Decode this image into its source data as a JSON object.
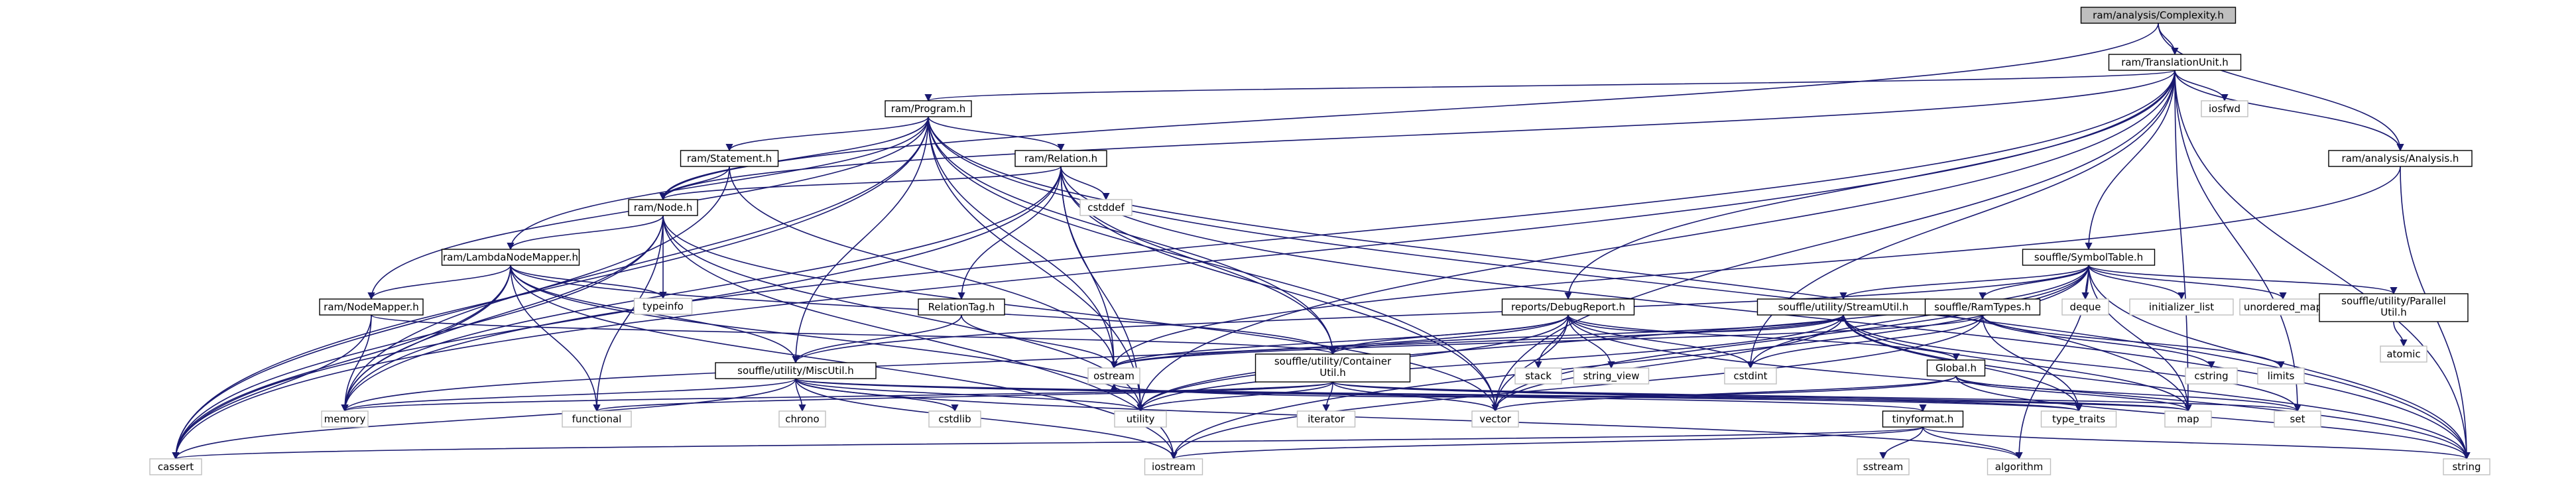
{
  "graph": {
    "root": "ram/analysis/Complexity.h",
    "colors": {
      "edge": "#191970",
      "node_fill": "#ffffff",
      "node_border": "#000000",
      "root_fill": "#bfbfbf",
      "external_border": "#bfbfbf"
    },
    "nodes": [
      {
        "id": "complexity",
        "label": "ram/analysis/Complexity.h",
        "kind": "root"
      },
      {
        "id": "tu",
        "label": "ram/TranslationUnit.h",
        "kind": "header"
      },
      {
        "id": "program",
        "label": "ram/Program.h",
        "kind": "header"
      },
      {
        "id": "iosfwd",
        "label": "iosfwd",
        "kind": "system"
      },
      {
        "id": "analysis",
        "label": "ram/analysis/Analysis.h",
        "kind": "header"
      },
      {
        "id": "statement",
        "label": "ram/Statement.h",
        "kind": "header"
      },
      {
        "id": "relation",
        "label": "ram/Relation.h",
        "kind": "header"
      },
      {
        "id": "node",
        "label": "ram/Node.h",
        "kind": "header"
      },
      {
        "id": "cstddef",
        "label": "cstddef",
        "kind": "system"
      },
      {
        "id": "lnm",
        "label": "ram/LambdaNodeMapper.h",
        "kind": "header"
      },
      {
        "id": "typeinfo",
        "label": "typeinfo",
        "kind": "system"
      },
      {
        "id": "nodemapper",
        "label": "ram/NodeMapper.h",
        "kind": "header"
      },
      {
        "id": "relationtag",
        "label": "RelationTag.h",
        "kind": "header"
      },
      {
        "id": "symboltable",
        "label": "souffle/SymbolTable.h",
        "kind": "header"
      },
      {
        "id": "debugreport",
        "label": "reports/DebugReport.h",
        "kind": "header"
      },
      {
        "id": "streamutil",
        "label": "souffle/utility/StreamUtil.h",
        "kind": "header"
      },
      {
        "id": "ramtypes",
        "label": "souffle/RamTypes.h",
        "kind": "header"
      },
      {
        "id": "deque",
        "label": "deque",
        "kind": "system"
      },
      {
        "id": "initlist",
        "label": "initializer_list",
        "kind": "system"
      },
      {
        "id": "umap",
        "label": "unordered_map",
        "kind": "system"
      },
      {
        "id": "parallel",
        "label": "souffle/utility/Parallel\nUtil.h",
        "kind": "header"
      },
      {
        "id": "atomic",
        "label": "atomic",
        "kind": "system"
      },
      {
        "id": "miscutil",
        "label": "souffle/utility/MiscUtil.h",
        "kind": "header"
      },
      {
        "id": "ostream",
        "label": "ostream",
        "kind": "system"
      },
      {
        "id": "stack",
        "label": "stack",
        "kind": "system"
      },
      {
        "id": "stringview",
        "label": "string_view",
        "kind": "system"
      },
      {
        "id": "cstdint",
        "label": "cstdint",
        "kind": "system"
      },
      {
        "id": "containerutil",
        "label": "souffle/utility/Container\nUtil.h",
        "kind": "header"
      },
      {
        "id": "global",
        "label": "Global.h",
        "kind": "header"
      },
      {
        "id": "cstring",
        "label": "cstring",
        "kind": "system"
      },
      {
        "id": "limits",
        "label": "limits",
        "kind": "system"
      },
      {
        "id": "memory",
        "label": "memory",
        "kind": "system"
      },
      {
        "id": "functional",
        "label": "functional",
        "kind": "system"
      },
      {
        "id": "chrono",
        "label": "chrono",
        "kind": "system"
      },
      {
        "id": "cstdlib",
        "label": "cstdlib",
        "kind": "system"
      },
      {
        "id": "utility",
        "label": "utility",
        "kind": "system"
      },
      {
        "id": "iterator",
        "label": "iterator",
        "kind": "system"
      },
      {
        "id": "vector",
        "label": "vector",
        "kind": "system"
      },
      {
        "id": "tinyformat",
        "label": "tinyformat.h",
        "kind": "header"
      },
      {
        "id": "typetraits",
        "label": "type_traits",
        "kind": "system"
      },
      {
        "id": "map",
        "label": "map",
        "kind": "system"
      },
      {
        "id": "set",
        "label": "set",
        "kind": "system"
      },
      {
        "id": "cassert",
        "label": "cassert",
        "kind": "system"
      },
      {
        "id": "iostream",
        "label": "iostream",
        "kind": "system"
      },
      {
        "id": "sstream",
        "label": "sstream",
        "kind": "system"
      },
      {
        "id": "algorithm",
        "label": "algorithm",
        "kind": "system"
      },
      {
        "id": "string",
        "label": "string",
        "kind": "system"
      }
    ],
    "edges": [
      [
        "complexity",
        "tu"
      ],
      [
        "complexity",
        "analysis"
      ],
      [
        "complexity",
        "node"
      ],
      [
        "tu",
        "program"
      ],
      [
        "tu",
        "iosfwd"
      ],
      [
        "tu",
        "analysis"
      ],
      [
        "tu",
        "node"
      ],
      [
        "tu",
        "symboltable"
      ],
      [
        "tu",
        "debugreport"
      ],
      [
        "tu",
        "cassert"
      ],
      [
        "tu",
        "memory"
      ],
      [
        "tu",
        "utility"
      ],
      [
        "tu",
        "vector"
      ],
      [
        "tu",
        "set"
      ],
      [
        "tu",
        "map"
      ],
      [
        "tu",
        "string"
      ],
      [
        "tu",
        "cstdint"
      ],
      [
        "program",
        "statement"
      ],
      [
        "program",
        "relation"
      ],
      [
        "program",
        "node"
      ],
      [
        "program",
        "lnm"
      ],
      [
        "program",
        "nodemapper"
      ],
      [
        "program",
        "miscutil"
      ],
      [
        "program",
        "containerutil"
      ],
      [
        "program",
        "cassert"
      ],
      [
        "program",
        "memory"
      ],
      [
        "program",
        "ostream"
      ],
      [
        "program",
        "utility"
      ],
      [
        "program",
        "vector"
      ],
      [
        "program",
        "map"
      ],
      [
        "program",
        "string"
      ],
      [
        "analysis",
        "ostream"
      ],
      [
        "analysis",
        "string"
      ],
      [
        "statement",
        "node"
      ],
      [
        "statement",
        "ostream"
      ],
      [
        "statement",
        "cassert"
      ],
      [
        "relation",
        "node"
      ],
      [
        "relation",
        "relationtag"
      ],
      [
        "relation",
        "cstddef"
      ],
      [
        "relation",
        "containerutil"
      ],
      [
        "relation",
        "cassert"
      ],
      [
        "relation",
        "ostream"
      ],
      [
        "relation",
        "utility"
      ],
      [
        "relation",
        "vector"
      ],
      [
        "relation",
        "memory"
      ],
      [
        "relation",
        "string"
      ],
      [
        "node",
        "lnm"
      ],
      [
        "node",
        "typeinfo"
      ],
      [
        "node",
        "functional"
      ],
      [
        "node",
        "cassert"
      ],
      [
        "node",
        "memory"
      ],
      [
        "node",
        "iostream"
      ],
      [
        "node",
        "utility"
      ],
      [
        "node",
        "vector"
      ],
      [
        "lnm",
        "nodemapper"
      ],
      [
        "lnm",
        "miscutil"
      ],
      [
        "lnm",
        "containerutil"
      ],
      [
        "lnm",
        "typeinfo"
      ],
      [
        "lnm",
        "functional"
      ],
      [
        "lnm",
        "cassert"
      ],
      [
        "lnm",
        "memory"
      ],
      [
        "lnm",
        "utility"
      ],
      [
        "lnm",
        "iostream"
      ],
      [
        "nodemapper",
        "memory"
      ],
      [
        "nodemapper",
        "cassert"
      ],
      [
        "nodemapper",
        "containerutil"
      ],
      [
        "relationtag",
        "ostream"
      ],
      [
        "relationtag",
        "miscutil"
      ],
      [
        "symboltable",
        "streamutil"
      ],
      [
        "symboltable",
        "ramtypes"
      ],
      [
        "symboltable",
        "deque"
      ],
      [
        "symboltable",
        "initlist"
      ],
      [
        "symboltable",
        "umap"
      ],
      [
        "symboltable",
        "parallel"
      ],
      [
        "symboltable",
        "miscutil"
      ],
      [
        "symboltable",
        "iostream"
      ],
      [
        "symboltable",
        "utility"
      ],
      [
        "symboltable",
        "vector"
      ],
      [
        "symboltable",
        "string"
      ],
      [
        "symboltable",
        "cstdint"
      ],
      [
        "symboltable",
        "algorithm"
      ],
      [
        "symboltable",
        "map"
      ],
      [
        "parallel",
        "atomic"
      ],
      [
        "debugreport",
        "streamutil"
      ],
      [
        "debugreport",
        "stack"
      ],
      [
        "debugreport",
        "stringview"
      ],
      [
        "debugreport",
        "cstdint"
      ],
      [
        "debugreport",
        "ostream"
      ],
      [
        "debugreport",
        "containerutil"
      ],
      [
        "debugreport",
        "memory"
      ],
      [
        "debugreport",
        "utility"
      ],
      [
        "debugreport",
        "vector"
      ],
      [
        "debugreport",
        "string"
      ],
      [
        "debugreport",
        "global"
      ],
      [
        "streamutil",
        "containerutil"
      ],
      [
        "streamutil",
        "ostream"
      ],
      [
        "streamutil",
        "map"
      ],
      [
        "streamutil",
        "set"
      ],
      [
        "streamutil",
        "string"
      ],
      [
        "streamutil",
        "type_traits"
      ],
      [
        "streamutil",
        "typetraits"
      ],
      [
        "streamutil",
        "utility"
      ],
      [
        "streamutil",
        "vector"
      ],
      [
        "ramtypes",
        "cstring"
      ],
      [
        "ramtypes",
        "limits"
      ],
      [
        "ramtypes",
        "iostream"
      ],
      [
        "ramtypes",
        "typetraits"
      ],
      [
        "ramtypes",
        "cstdint"
      ],
      [
        "ramtypes",
        "ostream"
      ],
      [
        "miscutil",
        "memory"
      ],
      [
        "miscutil",
        "chrono"
      ],
      [
        "miscutil",
        "cstdlib"
      ],
      [
        "miscutil",
        "utility"
      ],
      [
        "miscutil",
        "tinyformat"
      ],
      [
        "miscutil",
        "cassert"
      ],
      [
        "miscutil",
        "iostream"
      ],
      [
        "miscutil",
        "typetraits"
      ],
      [
        "miscutil",
        "algorithm"
      ],
      [
        "miscutil",
        "map"
      ],
      [
        "containerutil",
        "iterator"
      ],
      [
        "containerutil",
        "utility"
      ],
      [
        "containerutil",
        "vector"
      ],
      [
        "containerutil",
        "typetraits"
      ],
      [
        "containerutil",
        "map"
      ],
      [
        "containerutil",
        "set"
      ],
      [
        "containerutil",
        "functional"
      ],
      [
        "containerutil",
        "memory"
      ],
      [
        "global",
        "map"
      ],
      [
        "global",
        "set"
      ],
      [
        "global",
        "string"
      ],
      [
        "global",
        "vector"
      ],
      [
        "global",
        "ostream"
      ],
      [
        "tinyformat",
        "cassert"
      ],
      [
        "tinyformat",
        "iostream"
      ],
      [
        "tinyformat",
        "sstream"
      ],
      [
        "tinyformat",
        "algorithm"
      ],
      [
        "tinyformat",
        "string"
      ]
    ]
  }
}
